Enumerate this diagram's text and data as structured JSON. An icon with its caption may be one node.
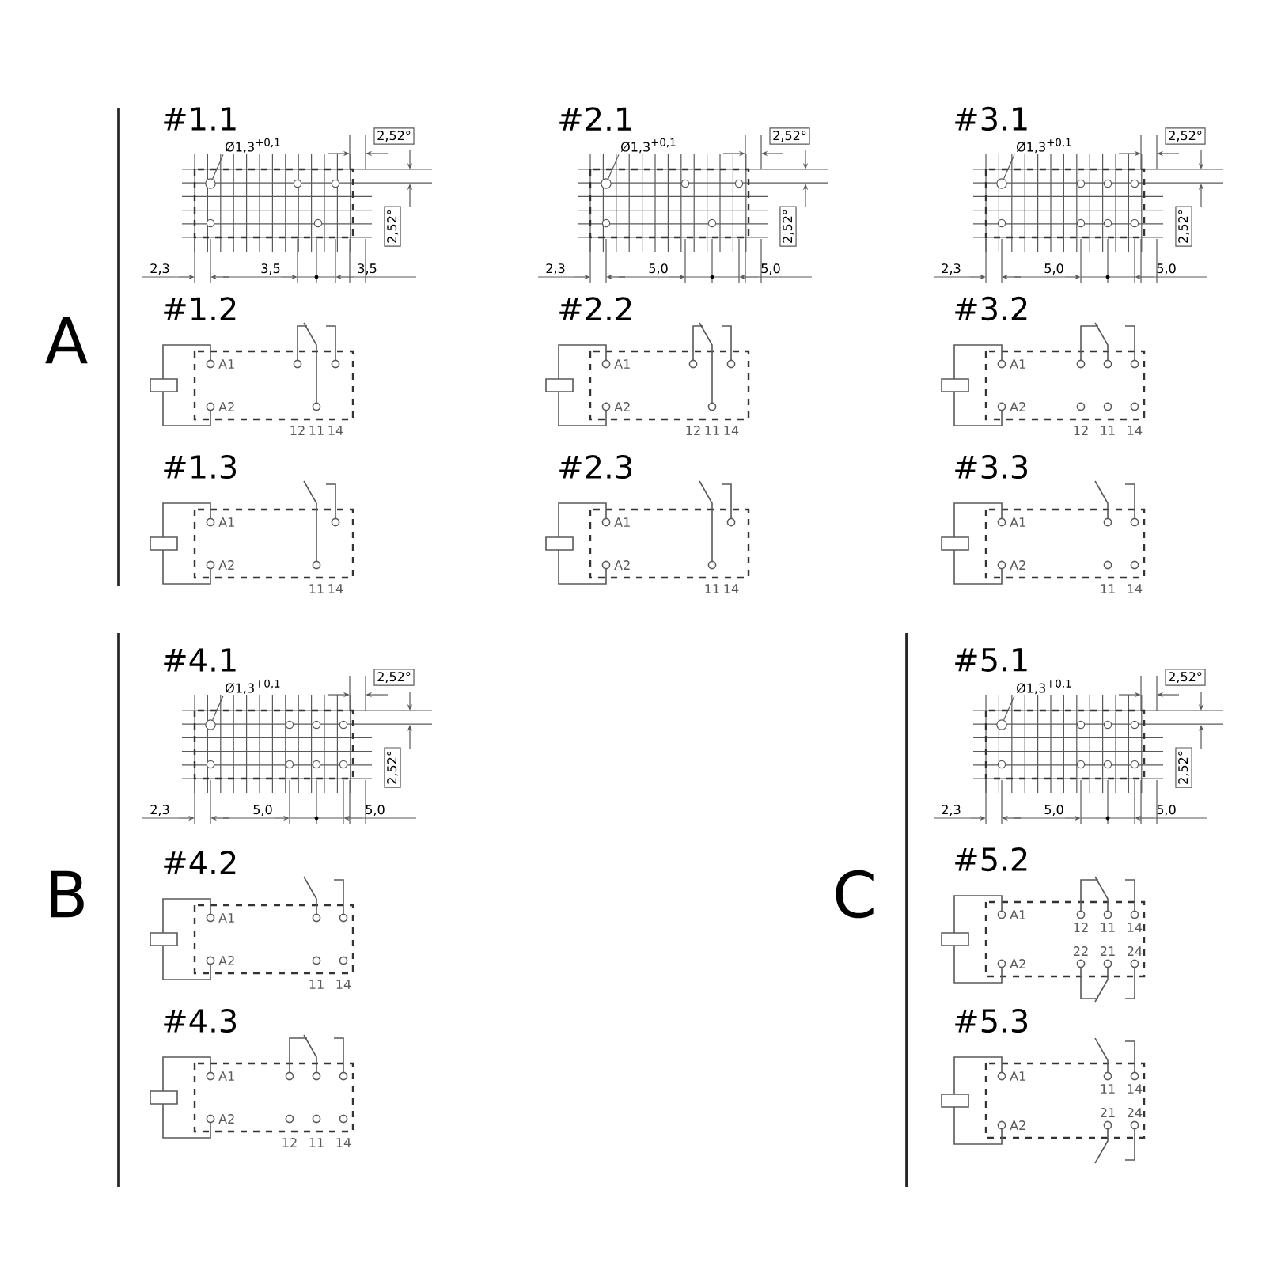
{
  "diagram": {
    "nodes": [
      {
        "text": [
          "Ø1,3$^{+0,1}$"
        ]
      },
      {
        "text": [],
        "shape": "circle"
      },
      {
        "text": [
          "Ø1,3$^{+0,1}$"
        ]
      },
      {
        "text": [],
        "shape": "circle"
      },
      {
        "text": [
          "Ø1,3$^{+0,1}$"
        ]
      },
      {
        "text": [],
        "shape": "circle"
      },
      {
        "text": [
          "Ø1,3$^{+0,1}$"
        ]
      },
      {
        "text": [],
        "shape": "circle"
      },
      {
        "text": [
          "Ø1,3$^{+0,1}$"
        ]
      },
      {
        "text": [],
        "shape": "circle"
      }
    ],
    "edges": [
      {
        "from": 0,
        "to": 1,
        "arrow": "none"
      },
      {
        "from": 2,
        "to": 3,
        "arrow": "none"
      },
      {
        "from": 4,
        "to": 5,
        "arrow": "none"
      },
      {
        "from": 6,
        "to": 7,
        "arrow": "none"
      },
      {
        "from": 8,
        "to": 9,
        "arrow": "none"
      }
    ],
    "labels": [
      "A",
      "#1.1",
      "2,52°",
      "2,52°",
      "2,3",
      "3,5",
      "3,5",
      "#2.1",
      "2,52°",
      "2,52°",
      "2,3",
      "5,0",
      "5,0",
      "#3.1",
      "2,52°",
      "2,52°",
      "2,3",
      "5,0",
      "5,0",
      "#1.2",
      "A1",
      "A2",
      "12",
      "11",
      "14",
      "#2.2",
      "A1",
      "A2",
      "12",
      "11",
      "14",
      "#3.2",
      "A1",
      "A2",
      "12",
      "11",
      "14",
      "#1.3",
      "A1",
      "A2",
      "11",
      "14",
      "#2.3",
      "A1",
      "A2",
      "11",
      "14",
      "#3.3",
      "A1",
      "A2",
      "11",
      "14",
      "B",
      "#4.1",
      "2,52°",
      "2,52°",
      "2,3",
      "5,0",
      "5,0",
      "C",
      "#5.1",
      "2,52°",
      "2,52°",
      "2,3",
      "5,0",
      "5,0",
      "#4.2",
      "A1",
      "A2",
      "11",
      "14",
      "#5.2",
      "A1",
      "A2",
      "12",
      "11",
      "14",
      "22",
      "21",
      "24",
      "#4.3",
      "A1",
      "A2",
      "12",
      "11",
      "14",
      "#5.3",
      "A1",
      "A2",
      "11",
      "14",
      "21",
      "24"
    ]
  }
}
